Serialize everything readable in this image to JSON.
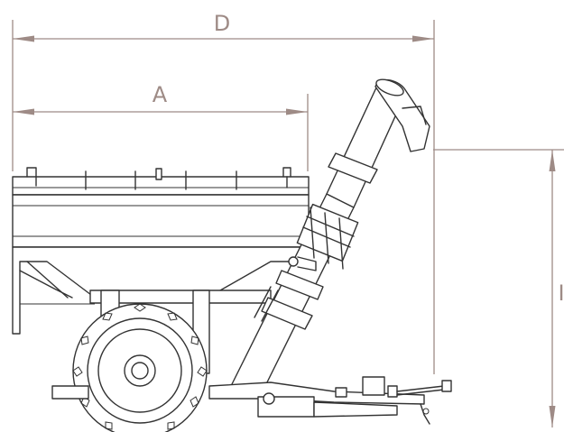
{
  "dimensions": {
    "overall_length_label": "D",
    "hopper_length_label": "A",
    "height_label": "I"
  },
  "drawing": {
    "subject": "grain-cart-side-view",
    "colors": {
      "line_ink": "#333333",
      "dimension_lines": "#9e8b86",
      "background": "#ffffff"
    }
  }
}
